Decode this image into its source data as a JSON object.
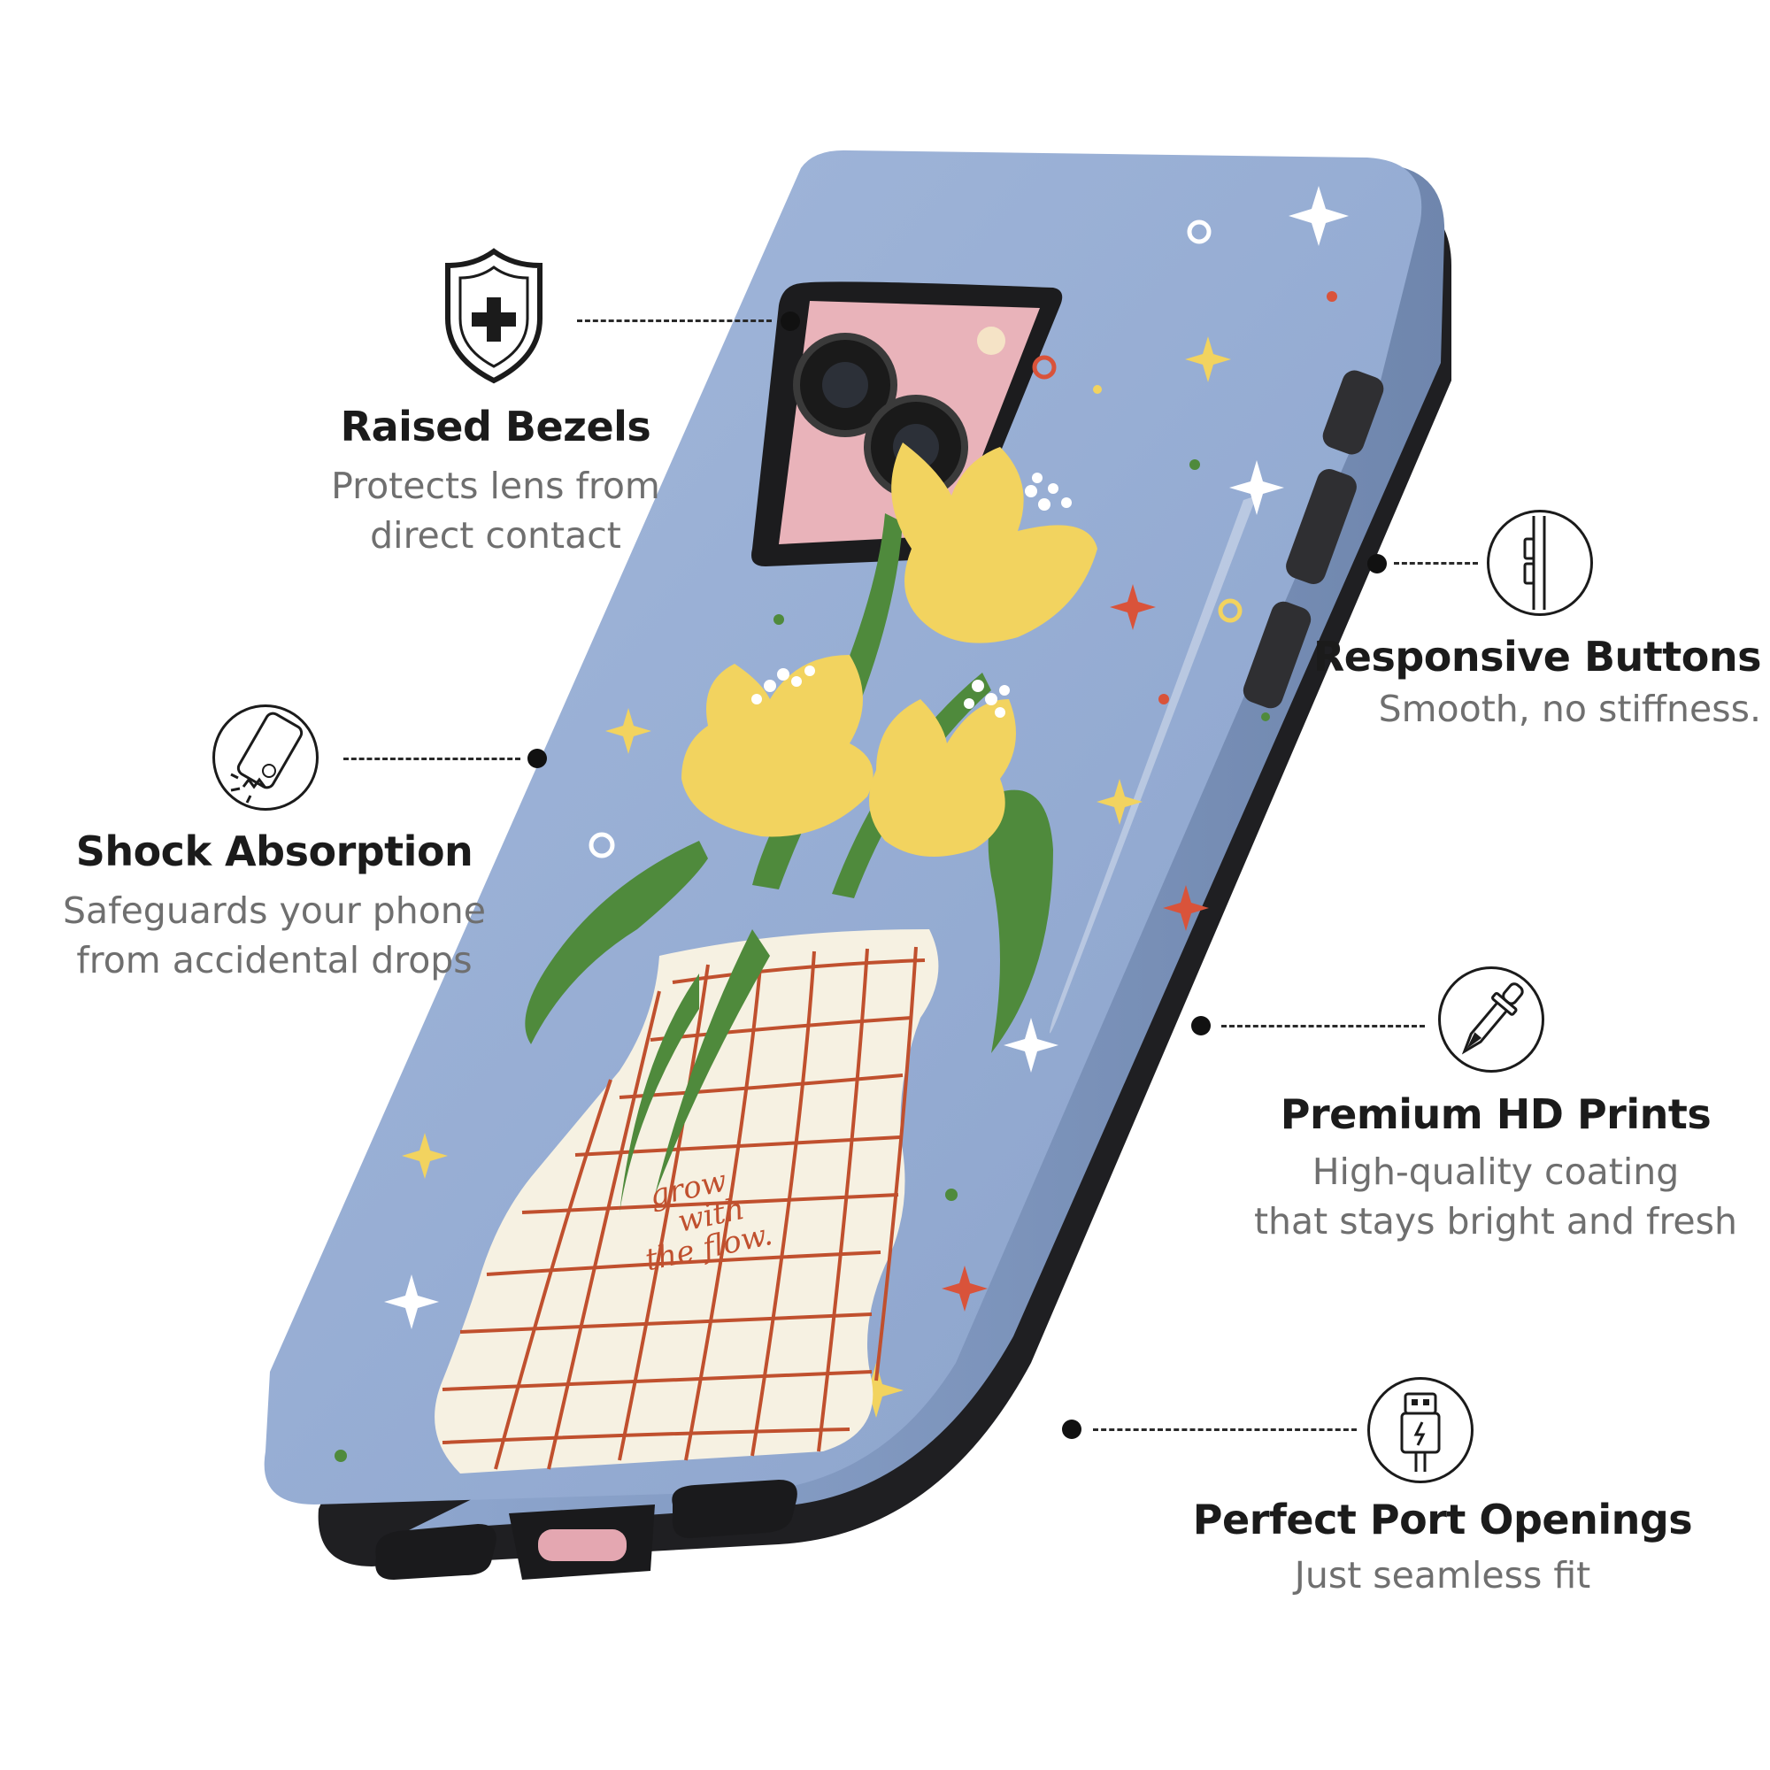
{
  "features": [
    {
      "id": "raised-bezels",
      "title": "Raised Bezels",
      "lines": [
        "Protects lens from",
        "direct contact"
      ],
      "icon": "shield-plus-icon"
    },
    {
      "id": "shock-absorption",
      "title": "Shock Absorption",
      "lines": [
        "Safeguards your phone",
        "from accidental drops"
      ],
      "icon": "phone-drop-icon"
    },
    {
      "id": "responsive-buttons",
      "title": "Responsive Buttons",
      "lines": [
        "Smooth, no stiffness."
      ],
      "icon": "side-buttons-icon"
    },
    {
      "id": "premium-hd-prints",
      "title": "Premium HD Prints",
      "lines": [
        "High-quality coating",
        "that stays bright and fresh"
      ],
      "icon": "dropper-icon"
    },
    {
      "id": "perfect-port-openings",
      "title": "Perfect Port Openings",
      "lines": [
        "Just seamless fit"
      ],
      "icon": "usb-cable-icon"
    }
  ],
  "case_art": {
    "text_lines": [
      "grow",
      "with",
      "the flow."
    ]
  },
  "colors": {
    "case_blue": "#97aed3",
    "tulip_yellow": "#f2d35f",
    "leaf_green": "#4f8a3c",
    "vase_cream": "#f6f1e2",
    "grid_red": "#c0502e",
    "frame_dark": "#2b2b2e"
  }
}
